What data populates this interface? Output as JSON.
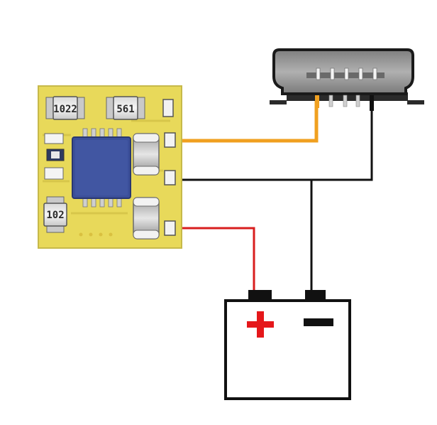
{
  "labels": {
    "resistor_top_left": "1022",
    "resistor_top_right": "561",
    "resistor_bottom_left": "102",
    "battery_positive": "+",
    "battery_negative": "−"
  },
  "colors": {
    "pcb": "#e8d95a",
    "pcb_edge": "#c7b94a",
    "ic": "#3b4f9a",
    "wire_signal": "#f0a020",
    "wire_ground": "#111111",
    "wire_positive": "#d81e1e",
    "usb_body": "#8e8e8e",
    "battery_plus": "#e5171a",
    "battery_minus": "#111111"
  },
  "icons": [
    "pcb-module",
    "ic-chip",
    "usb-connector",
    "battery"
  ]
}
